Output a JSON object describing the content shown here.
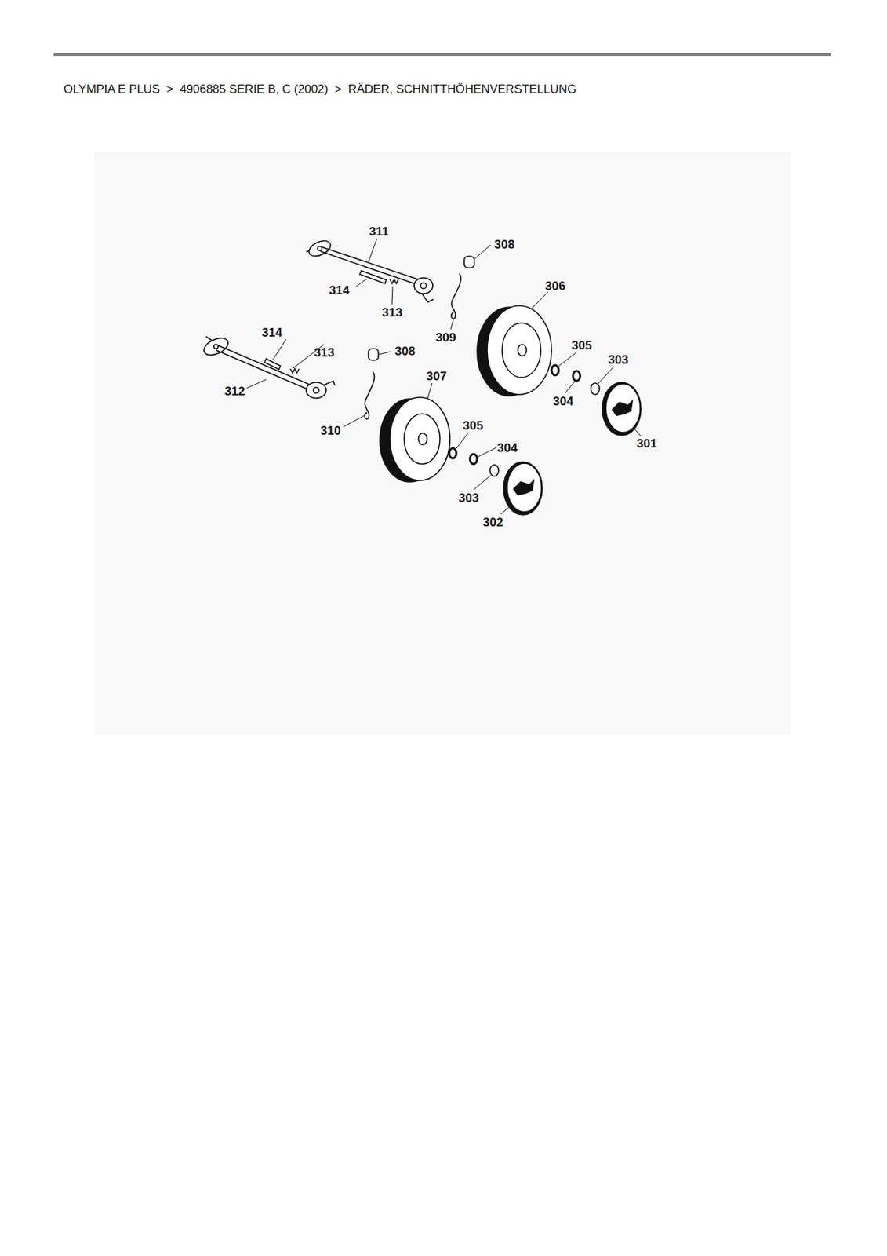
{
  "diagram": {
    "title": "OLYMPIA E PLUS  >  4906885 SERIE B, C (2002)  >  RÄDER, SCHNITTHÖHENVERSTELLUNG",
    "labels": [
      "311",
      "308",
      "306",
      "314",
      "313",
      "309",
      "314",
      "313",
      "308",
      "305",
      "303",
      "312",
      "307",
      "304",
      "301",
      "305",
      "304",
      "310",
      "303",
      "302"
    ]
  }
}
